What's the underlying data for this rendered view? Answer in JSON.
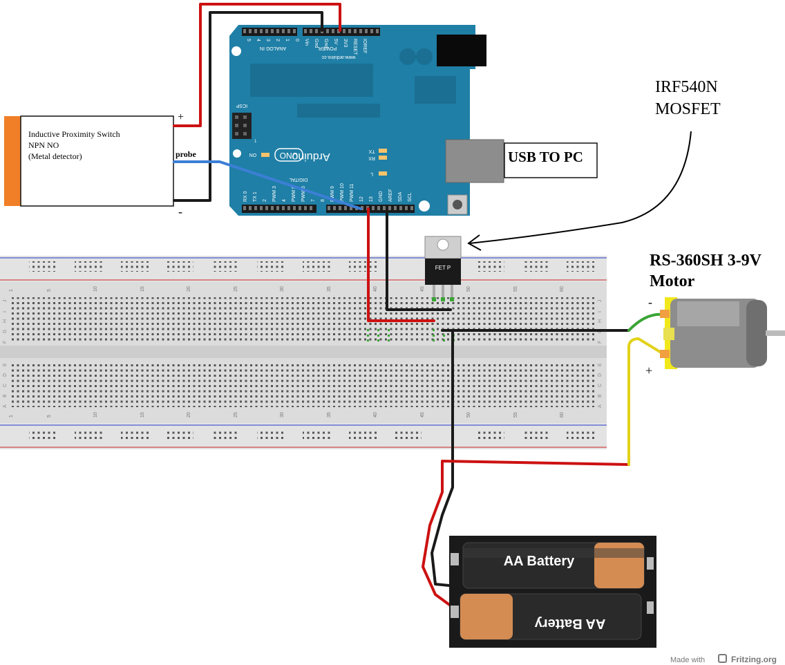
{
  "sensor": {
    "title": "Inductive Proximity Switch",
    "line2": "NPN NO",
    "line3": "(Metal detector)",
    "plus": "+",
    "minus": "-",
    "probe": "probe"
  },
  "arduino": {
    "brand": "Arduino",
    "model": "UNO",
    "url": "www.arduino.cc",
    "on_label": "ON",
    "icsp": "ICSP",
    "icsp_num": "1",
    "led_l": "L",
    "led_tx": "TX",
    "led_rx": "RX",
    "analog_in": "ANALOG IN",
    "power": "POWER",
    "digital": "DIGITAL",
    "top_pins": [
      "5",
      "4",
      "3",
      "2",
      "1",
      "0",
      "Vin",
      "Gnd",
      "Gnd",
      "5V",
      "3V3",
      "RESET",
      "IOREF"
    ],
    "bottom_pins": [
      "RX 0",
      "TX 1",
      "2",
      "PWM 3",
      "4",
      "PWM 5",
      "PWM 6",
      "7",
      "8",
      "PWM 9",
      "PWM 10",
      "PWM 11",
      "12",
      "13",
      "GND",
      "AREF",
      "SDA",
      "SCL"
    ]
  },
  "usb_label": "USB TO PC",
  "mosfet": {
    "label_line1": "IRF540N",
    "label_line2": "MOSFET",
    "package_text": "FET P"
  },
  "motor": {
    "label_line1": "RS-360SH 3-9V",
    "label_line2": "Motor",
    "minus": "-",
    "plus": "+"
  },
  "breadboard": {
    "col_numbers": [
      "1",
      "5",
      "10",
      "15",
      "20",
      "25",
      "30",
      "35",
      "40",
      "45",
      "50",
      "55",
      "60"
    ],
    "row_letters_top": [
      "J",
      "I",
      "H",
      "G",
      "F"
    ],
    "row_letters_bottom": [
      "E",
      "D",
      "C",
      "B",
      "A"
    ]
  },
  "battery": {
    "label_top": "AA Battery",
    "label_bottom": "AA Battery"
  },
  "footer": {
    "made_with": "Made with",
    "brand": "Fritzing.org"
  },
  "colors": {
    "arduino_blue": "#1f7fa6",
    "wire_red": "#cc1111",
    "wire_black": "#1a1a1a",
    "wire_blue": "#3c7fd6",
    "wire_green": "#3aa435",
    "wire_yellow": "#e2d21a",
    "sensor_orange": "#f07f27",
    "motor_yellow": "#f1e81c"
  }
}
